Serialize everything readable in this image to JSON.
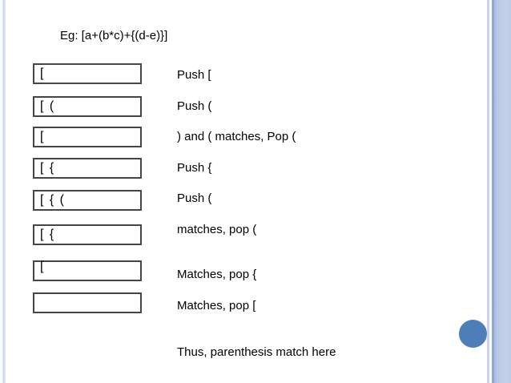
{
  "slide": {
    "title": "Eg: [a+(b*c)+{(d-e)}]",
    "steps": [
      {
        "stack": "[",
        "action": "Push ["
      },
      {
        "stack": "[ (",
        "action": "Push ("
      },
      {
        "stack": "[",
        "action": ") and ( matches, Pop ("
      },
      {
        "stack": "[ {",
        "action": "Push {"
      },
      {
        "stack": "[ { (",
        "action": "Push ("
      },
      {
        "stack": "[ {",
        "action": "matches, pop ("
      },
      {
        "stack": "[",
        "action": "Matches, pop {"
      },
      {
        "stack": "",
        "action": "Matches, pop ["
      }
    ],
    "conclusion": "Thus, parenthesis match here",
    "colors": {
      "accent_circle": "#4d7eb8",
      "stripe_light": "#c7d4ea",
      "stripe_medium": "#8ea8d0",
      "stripe_band": "#bccce4"
    }
  }
}
